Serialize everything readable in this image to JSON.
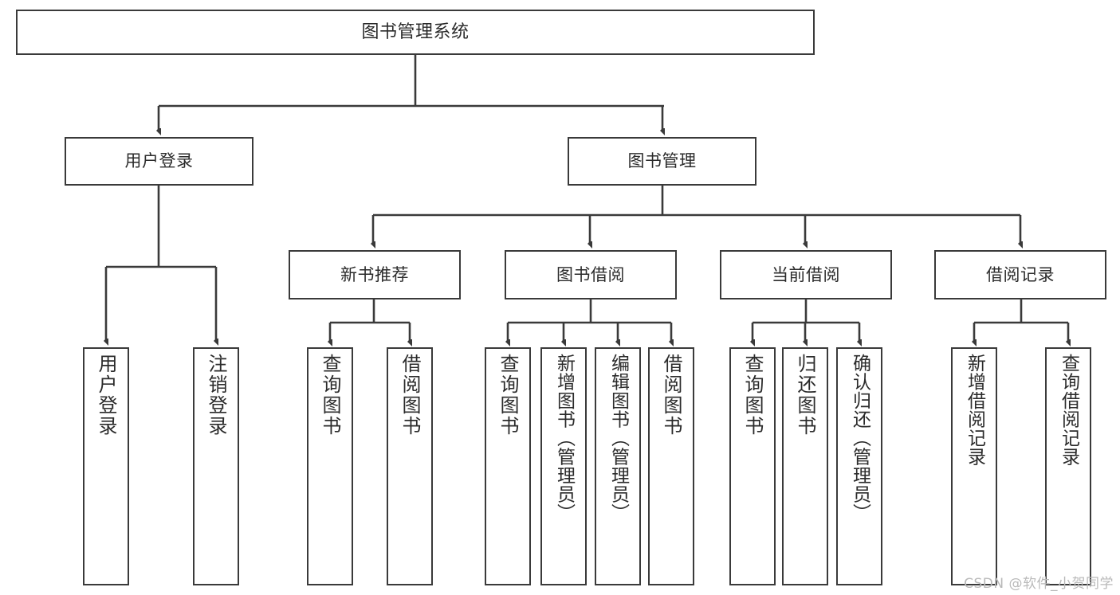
{
  "diagram": {
    "title": "图书管理系统",
    "type": "functional-structure-tree",
    "watermark": "CSDN @软件_小贺同学",
    "colors": {
      "stroke": "#3a3a3a",
      "text": "#2b2b2b",
      "background": "#ffffff",
      "watermark": "#b9b9b9"
    }
  },
  "nodes": {
    "root": {
      "label": "图书管理系统"
    },
    "level2": [
      {
        "id": "user-login",
        "label": "用户登录"
      },
      {
        "id": "book-manage",
        "label": "图书管理"
      }
    ],
    "level3": [
      {
        "id": "new-book-recommend",
        "label": "新书推荐"
      },
      {
        "id": "book-borrow",
        "label": "图书借阅"
      },
      {
        "id": "current-borrow",
        "label": "当前借阅"
      },
      {
        "id": "borrow-record",
        "label": "借阅记录"
      }
    ],
    "leaves": [
      {
        "id": "leaf-user-login",
        "label": "用户登录",
        "parent": "user-login"
      },
      {
        "id": "leaf-logout",
        "label": "注销登录",
        "parent": "user-login"
      },
      {
        "id": "leaf-query-book-1",
        "label": "查询图书",
        "parent": "new-book-recommend"
      },
      {
        "id": "leaf-borrow-book-1",
        "label": "借阅图书",
        "parent": "new-book-recommend"
      },
      {
        "id": "leaf-query-book-2",
        "label": "查询图书",
        "parent": "book-borrow"
      },
      {
        "id": "leaf-add-book",
        "label": "新增图书（管理员）",
        "parent": "book-borrow"
      },
      {
        "id": "leaf-edit-book",
        "label": "编辑图书（管理员）",
        "parent": "book-borrow"
      },
      {
        "id": "leaf-borrow-book-2",
        "label": "借阅图书",
        "parent": "book-borrow"
      },
      {
        "id": "leaf-query-book-3",
        "label": "查询图书",
        "parent": "current-borrow"
      },
      {
        "id": "leaf-return-book",
        "label": "归还图书",
        "parent": "current-borrow"
      },
      {
        "id": "leaf-confirm-return",
        "label": "确认归还（管理员）",
        "parent": "current-borrow"
      },
      {
        "id": "leaf-add-record",
        "label": "新增借阅记录",
        "parent": "borrow-record"
      },
      {
        "id": "leaf-query-record",
        "label": "查询借阅记录",
        "parent": "borrow-record"
      }
    ]
  }
}
